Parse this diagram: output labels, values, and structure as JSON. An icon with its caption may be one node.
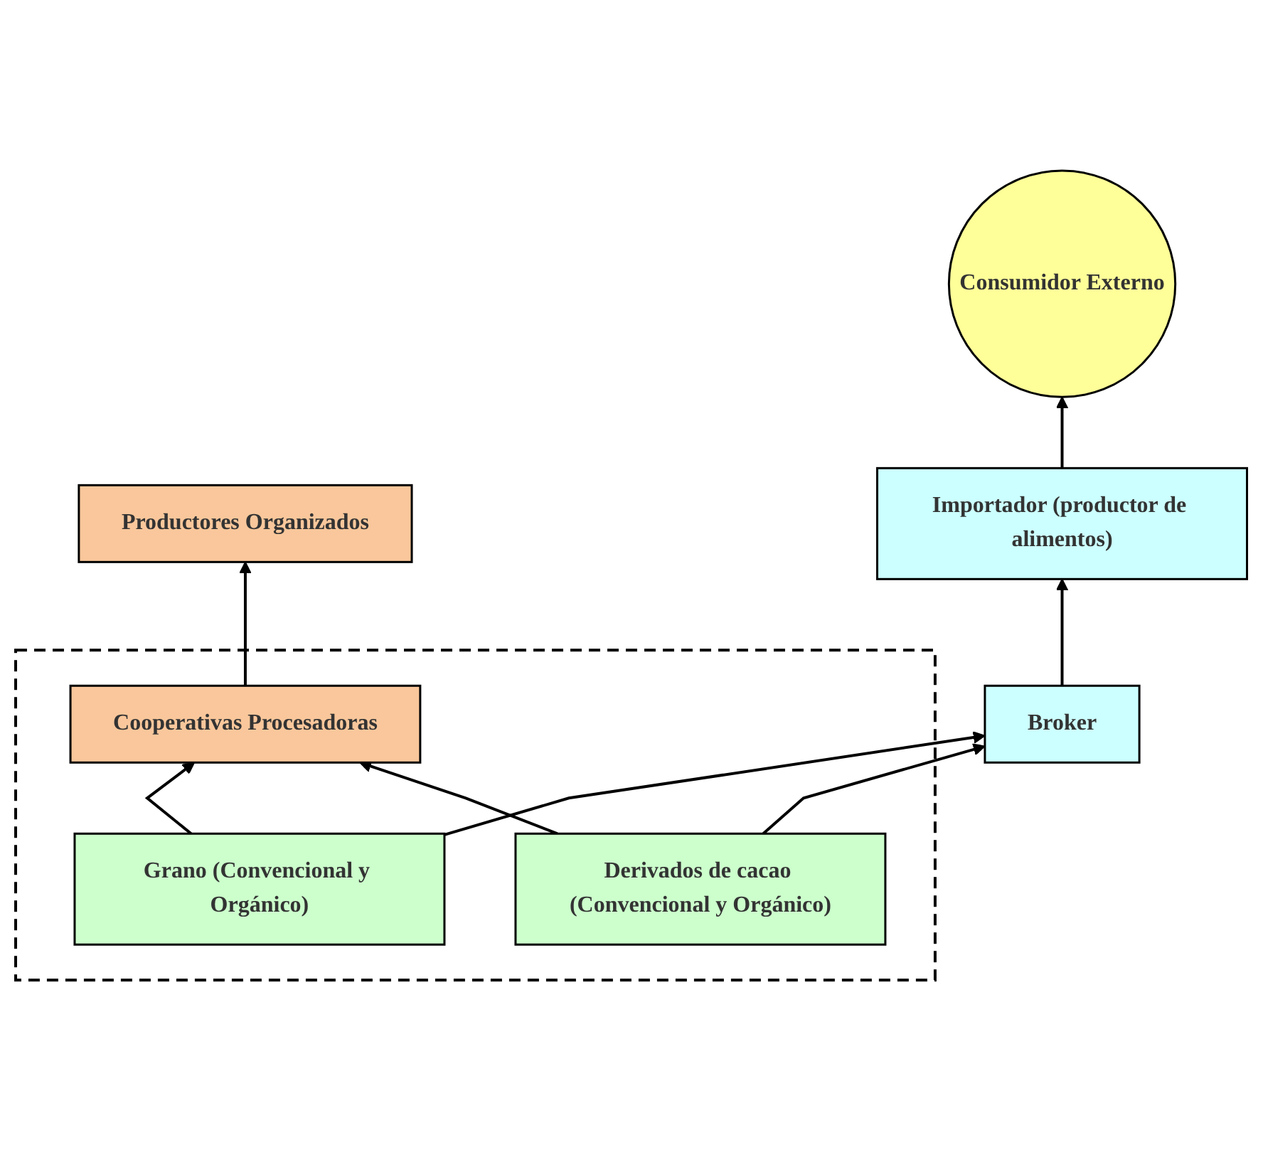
{
  "diagram": {
    "nodes": [
      {
        "text": [
          "Productores Organizados"
        ]
      },
      {
        "text": [],
        "shape": "box"
      },
      {
        "text": [
          "Cooperativas Procesadoras"
        ],
        "in": 1
      },
      {
        "text": [
          "Grano (Convencional y Orgánico)"
        ],
        "in": 1
      },
      {
        "text": [
          "Derivados de cacao (Convencional y Orgánico)"
        ],
        "in": 1
      },
      {
        "text": [
          "Broker"
        ]
      },
      {
        "text": [
          "Importador (productor de alimentos)"
        ]
      },
      {
        "text": [
          "Consumidor Externo"
        ]
      }
    ],
    "edges": [
      {
        "from": 2,
        "to": 0,
        "arrow": "to"
      },
      {
        "from": 3,
        "to": 2,
        "arrow": "to"
      },
      {
        "from": 4,
        "to": 2,
        "arrow": "to"
      },
      {
        "from": 3,
        "to": 5,
        "arrow": "to"
      },
      {
        "from": 4,
        "to": 5,
        "arrow": "to"
      },
      {
        "from": 5,
        "to": 6,
        "arrow": "to"
      },
      {
        "from": 6,
        "to": 7,
        "arrow": "to"
      }
    ]
  }
}
